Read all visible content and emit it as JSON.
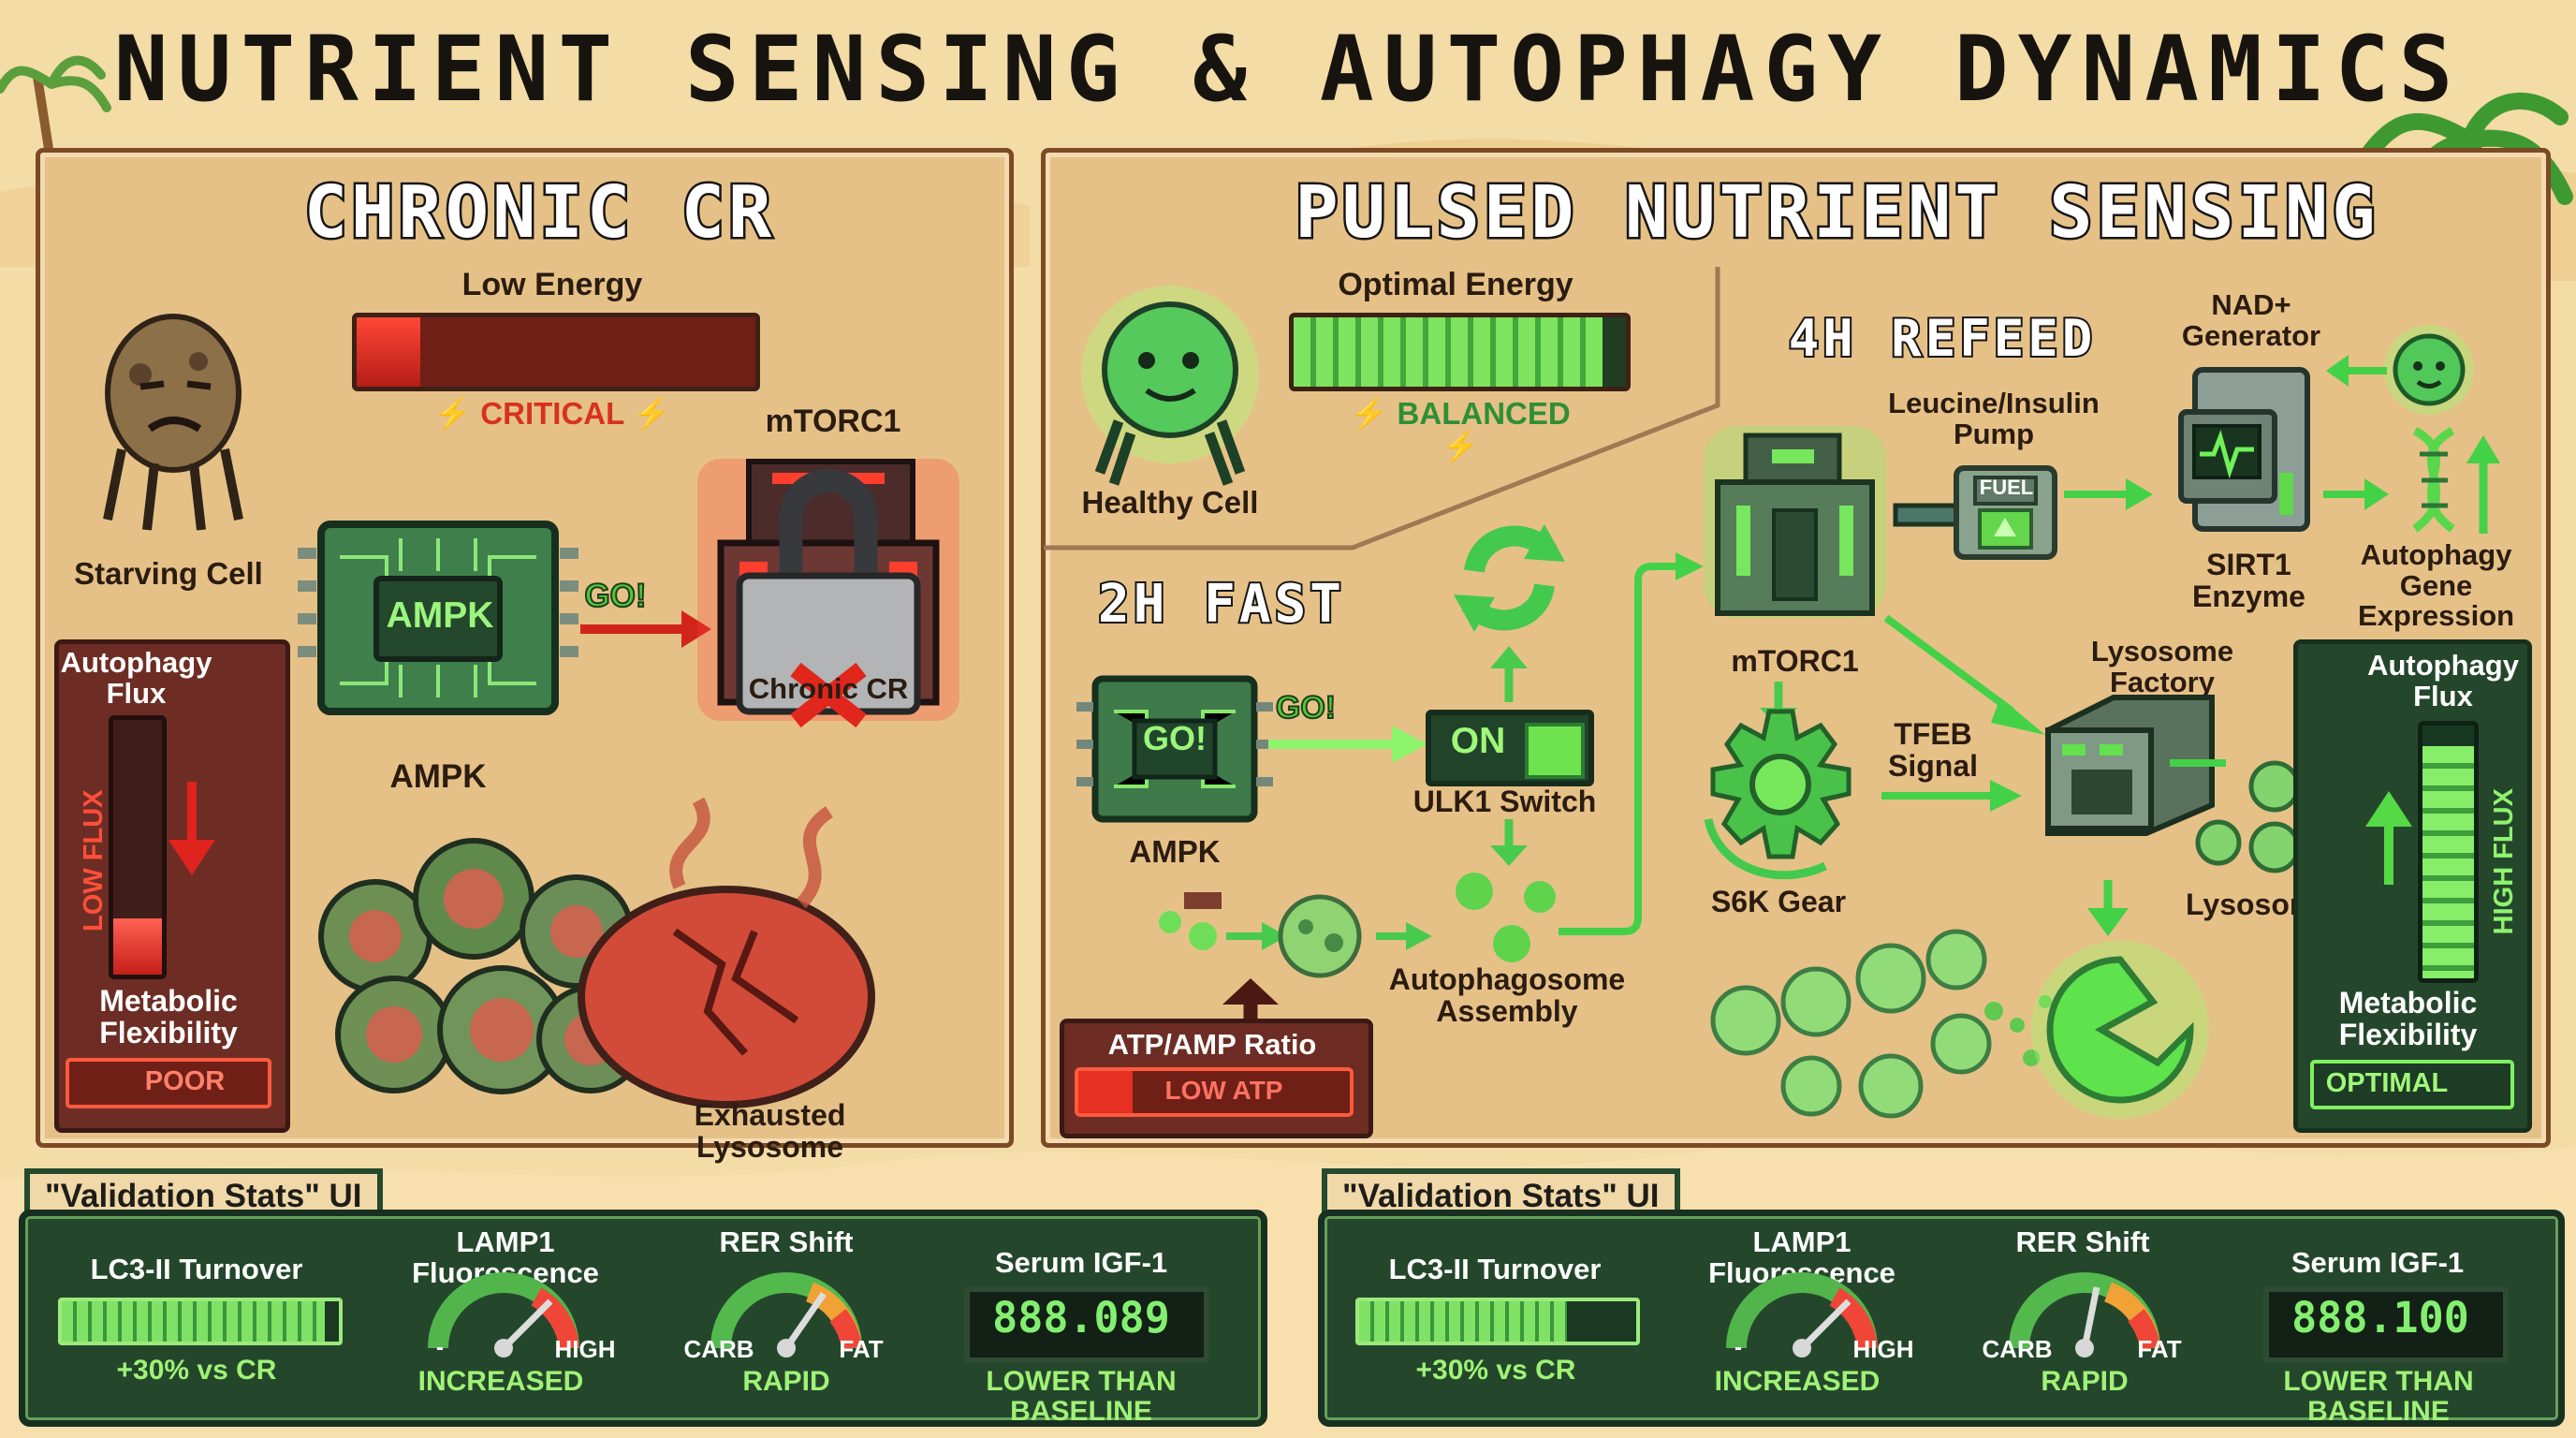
{
  "title": "NUTRIENT SENSING & AUTOPHAGY DYNAMICS",
  "left_panel": {
    "title": "CHRONIC CR",
    "energy_label": "Low Energy",
    "energy_status": "⚡ CRITICAL ⚡",
    "energy_level": 0.16,
    "cell_label": "Starving Cell",
    "ampk_chip": "AMPK",
    "ampk_label": "AMPK",
    "go_label": "GO!",
    "mtorc_label": "mTORC1",
    "lock_label": "Chronic CR",
    "flux_title": "Autophagy Flux",
    "flux_side": "LOW FLUX",
    "flux_level": 0.22,
    "metabolic_title": "Metabolic Flexibility",
    "metabolic_status": "POOR",
    "lysosome_label": "Exhausted Lysosome"
  },
  "right_panel": {
    "title": "PULSED NUTRIENT SENSING",
    "energy_label": "Optimal Energy",
    "energy_status": "⚡ BALANCED ⚡",
    "energy_level": 0.93,
    "cell_label": "Healthy Cell",
    "refeed_title": "4H REFEED",
    "fast_title": "2H FAST",
    "ampk_chip": "GO!",
    "ampk_label": "AMPK",
    "go_label": "GO!",
    "switch_text": "ON",
    "switch_label": "ULK1 Switch",
    "autophagosome_label": "Autophagosome Assembly",
    "atp_title": "ATP/AMP Ratio",
    "atp_status": "LOW ATP",
    "atp_level": 0.2,
    "mtorc_label": "mTORC1",
    "pump_label": "Leucine/Insulin Pump",
    "fuel_label": "FUEL",
    "nad_label": "NAD+ Generator",
    "sirt_label": "SIRT1 Enzyme",
    "gene_label": "Autophagy Gene Expression",
    "s6k_label": "S6K Gear",
    "tfeb_label": "TFEB Signal",
    "factory_label": "Lysosome Factory",
    "lysosomes_label": "Lysosomes",
    "flux_title": "Autophagy Flux",
    "flux_side": "HIGH FLUX",
    "flux_level": 0.92,
    "metabolic_title": "Metabolic Flexibility",
    "metabolic_status": "OPTIMAL"
  },
  "stats": [
    {
      "tab": "\"Validation Stats\" UI",
      "lc3_label": "LC3-II Turnover",
      "lc3_value": "+30% vs CR",
      "lc3_level": 0.95,
      "lamp_label": "LAMP1 Fluorescence",
      "lamp_low": "-",
      "lamp_high": "HIGH",
      "lamp_status": "INCREASED",
      "rer_label": "RER Shift",
      "rer_carb": "CARB",
      "rer_fat": "FAT",
      "rer_status": "RAPID",
      "igf_label": "Serum IGF-1",
      "igf_display": "888.089",
      "igf_status": "LOWER THAN BASELINE"
    },
    {
      "tab": "\"Validation Stats\" UI",
      "lc3_label": "LC3-II Turnover",
      "lc3_value": "+30% vs CR",
      "lc3_level": 0.75,
      "lamp_label": "LAMP1 Fluorescence",
      "lamp_low": "-",
      "lamp_high": "HIGH",
      "lamp_status": "INCREASED",
      "rer_label": "RER Shift",
      "rer_carb": "CARB",
      "rer_fat": "FAT",
      "rer_status": "RAPID",
      "igf_label": "Serum IGF-1",
      "igf_display": "888.100",
      "igf_status": "LOWER THAN BASELINE"
    }
  ],
  "colors": {
    "sand": "#f3dca6",
    "panel": "#e6c187",
    "red": "#d72f25",
    "green": "#49d33e",
    "dark_green": "#24472c",
    "circuit": "#3b8d4b"
  }
}
